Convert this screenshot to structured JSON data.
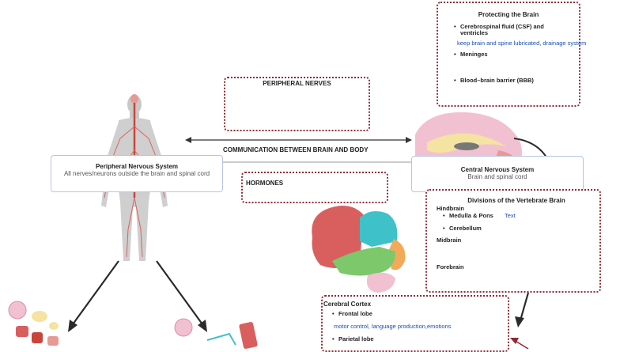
{
  "peripheral_nerves": {
    "title": "PERIPHERAL NERVES"
  },
  "communication": {
    "label": "COMMUNICATION BETWEEN BRAIN AND BODY"
  },
  "hormones": {
    "title": "HORMONES"
  },
  "pns": {
    "title": "Peripheral Nervous System",
    "description": "All nerves/neurons outside the brain and spinal cord"
  },
  "cns": {
    "title": "Central Nervous System",
    "description": "Brain and spinal cord"
  },
  "protecting": {
    "title": "Protecting the Brain",
    "item1": "Cerebrospinal fluid (CSF) and ventricles",
    "item1_note": "keep brain and spine lubricated, drainage system",
    "item2": "Meninges",
    "item3": "Blood–brain barrier (BBB)"
  },
  "divisions": {
    "title": "Divisions of the Vertebrate Brain",
    "hindbrain": "Hindbrain",
    "medulla": "Medulla & Pons",
    "medulla_note": "Text",
    "cerebellum": "Cerebellum",
    "midbrain": "Midbrain",
    "forebrain": "Forebrain"
  },
  "cortex": {
    "title": "Cerebral Cortex",
    "frontal": "Frontal lobe",
    "frontal_note": "motor control, language production,emotions",
    "parietal": "Parietal lobe"
  },
  "colors": {
    "border_dotted": "#8e2a35",
    "box_border": "#b8c4e6",
    "note_blue": "#1b4db3",
    "nerve_red": "#c9453c",
    "body_gray": "#c8c8c8",
    "brain_red": "#d95f5f",
    "brain_teal": "#3fc1c9",
    "brain_green": "#7cc86a",
    "brain_orange": "#f1a95a",
    "brain_pink": "#f2c1d1",
    "brain_yellow": "#f4e3a1"
  }
}
